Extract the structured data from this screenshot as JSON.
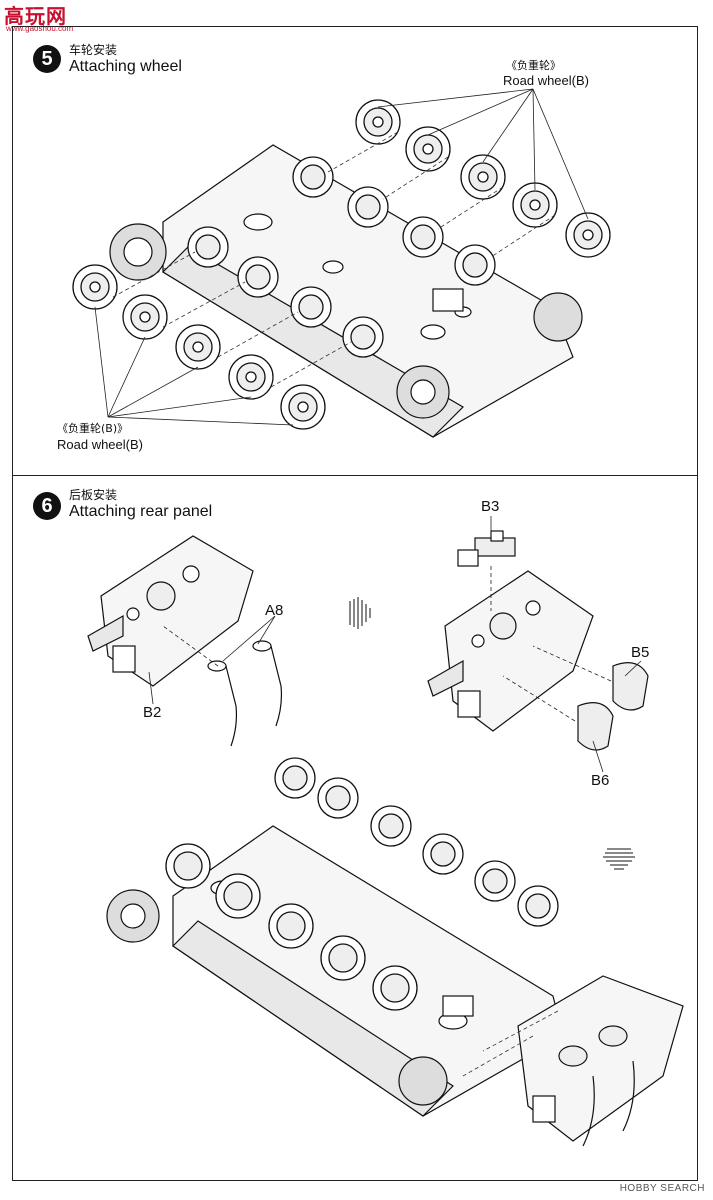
{
  "logo": {
    "text": "高玩网",
    "url": "www.gaoshou.com"
  },
  "step5": {
    "number": "5",
    "title_cn": "车轮安装",
    "title_en": "Attaching wheel",
    "callout_top": {
      "cn": "《负重轮》",
      "en": "Road wheel(B)"
    },
    "callout_bottom": {
      "cn": "《负重轮(B)》",
      "en": "Road wheel(B)"
    }
  },
  "step6": {
    "number": "6",
    "title_cn": "后板安装",
    "title_en": "Attaching rear panel",
    "parts": {
      "a8": "A8",
      "b2": "B2",
      "b3": "B3",
      "b5": "B5",
      "b6": "B6"
    }
  },
  "footer": {
    "text": "HOBBY SEARCH"
  }
}
